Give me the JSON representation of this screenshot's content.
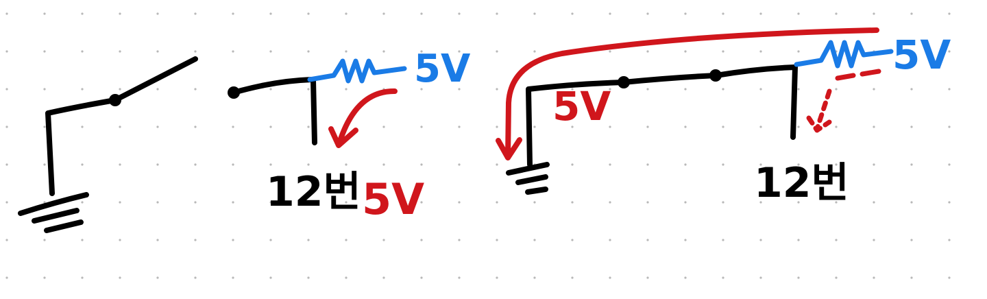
{
  "colors": {
    "background": "#ffffff",
    "dot_grid": "#b8b8b8",
    "wire": "#000000",
    "resistor": "#1a7be6",
    "annotation": "#d0161c"
  },
  "left_sketch": {
    "pin_label": "12번",
    "supply_label": "5V",
    "measured_label": "5V"
  },
  "right_sketch": {
    "pin_label": "12번",
    "supply_label": "5V",
    "ground_side_label": "5V"
  }
}
